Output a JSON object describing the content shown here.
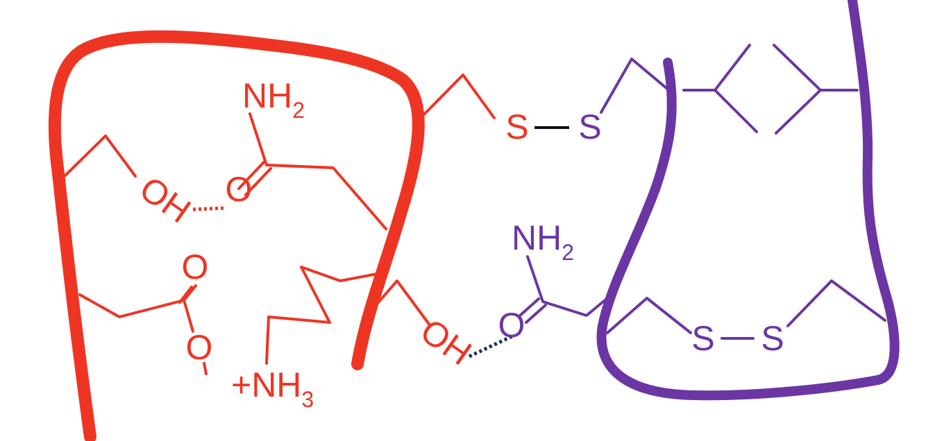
{
  "colors": {
    "red": "#ee3524",
    "purple": "#6b36a3",
    "black": "#111111",
    "navy": "#1b2c66"
  },
  "labels": {
    "nh2_red": {
      "main": "NH",
      "sub": "2"
    },
    "oh_upper": "OH",
    "o_carbonyl_red": "O",
    "o_carboxyl_top": "O",
    "o_carboxyl_bottom": "O",
    "minus": "-",
    "nh3": {
      "main": "+NH",
      "sub": "3"
    },
    "oh_lower": "OH",
    "s_red": "S",
    "s_purple": "S",
    "nh2_purple": {
      "main": "NH",
      "sub": "2"
    },
    "o_carbonyl_purple": "O",
    "s_left_purple": "S",
    "s_right_purple": "S"
  }
}
